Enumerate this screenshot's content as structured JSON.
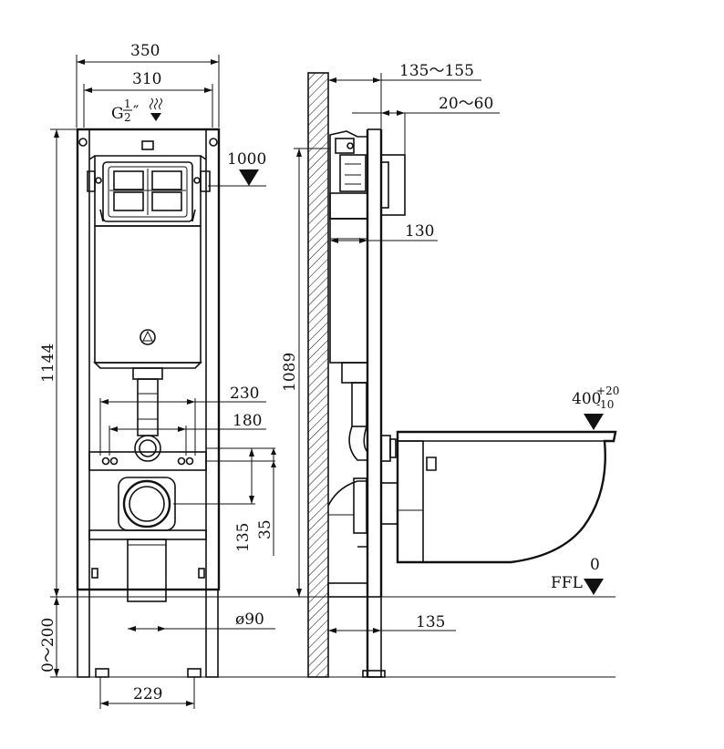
{
  "front_view": {
    "dim_overall_width": "350",
    "dim_inner_width": "310",
    "water_inlet": {
      "prefix": "G",
      "num": "1",
      "den": "2",
      "suffix": "″"
    },
    "dim_tank_height": "1000",
    "dim_total_height": "1144",
    "dim_bolt_spacing_outer": "230",
    "dim_bolt_spacing_inner": "180",
    "dim_lower_a": "135",
    "dim_lower_b": "35",
    "dim_drain_diameter": "ø90",
    "dim_leg_adjust": "0～200",
    "dim_foot_spacing": "229"
  },
  "side_view": {
    "dim_wall_gap": "135～155",
    "dim_plate_depth": "20～60",
    "dim_cistern_depth": "130",
    "dim_frame_height": "1089",
    "dim_seat_height": "400",
    "dim_seat_tol_plus": "+20",
    "dim_seat_tol_minus": "-10",
    "floor_label": "FFL",
    "floor_value": "0",
    "dim_pipe_offset": "135"
  }
}
